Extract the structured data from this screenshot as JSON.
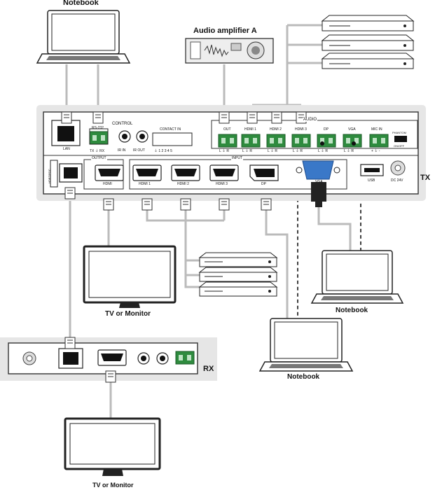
{
  "labels": {
    "notebook_top": "Notebook",
    "audio_amp": "Audio amplifier A",
    "tx": "TX",
    "rx": "RX",
    "tv_tx": "TV or Monitor",
    "notebook_right": "Notebook",
    "notebook_bottom": "Notebook",
    "tv_rx": "TV or Monitor"
  },
  "tx_panel": {
    "lan": "LAN",
    "control": "CONTROL",
    "rs232": "RS-232",
    "tx_rx": "TX  ⏚  RX",
    "ir_in": "IR IN",
    "ir_out": "IR OUT",
    "contact_in": "CONTACT IN",
    "contact_pins": "⏚  1  2  3  4  5",
    "audio": "AUDIO",
    "out": "OUT",
    "hdmi1": "HDMI 1",
    "hdmi2": "HDMI 2",
    "hdmi3": "HDMI 3",
    "dp": "DP",
    "vga": "VGA",
    "mic_in": "MIC IN",
    "phantom": "PHANTOM",
    "on_off": "ON/OFF",
    "lr": "L ⏚ R",
    "mic_pins": "+ ⏚ -",
    "hdbt": "HDBT/POC",
    "output": "OUTPUT",
    "hdmi": "HDMI",
    "input": "INPUT",
    "usb": "USB",
    "dc": "DC 24V"
  }
}
